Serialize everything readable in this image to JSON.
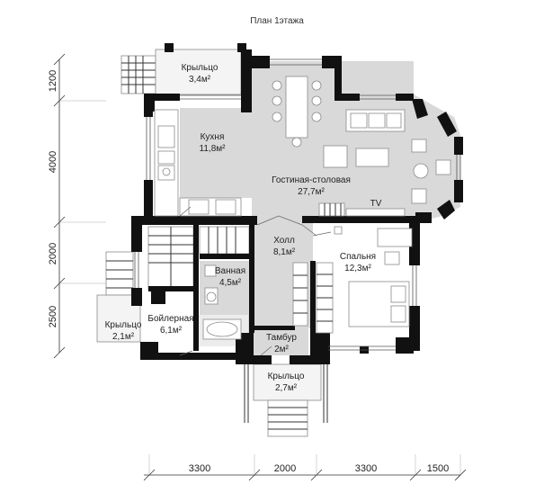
{
  "title": "План 1этажа",
  "rooms": [
    {
      "id": "porch-top",
      "name": "Крыльцо",
      "area": "3,4м²"
    },
    {
      "id": "kitchen",
      "name": "Кухня",
      "area": "11,8м²"
    },
    {
      "id": "living",
      "name": "Гостиная-столовая",
      "area": "27,7м²"
    },
    {
      "id": "hall",
      "name": "Холл",
      "area": "8,1м²"
    },
    {
      "id": "bedroom",
      "name": "Спальня",
      "area": "12,3м²"
    },
    {
      "id": "bath",
      "name": "Ванная",
      "area": "4,5м²"
    },
    {
      "id": "boiler",
      "name": "Бойлерная",
      "area": "6,1м²"
    },
    {
      "id": "porch-left",
      "name": "Крыльцо",
      "area": "2,1м²"
    },
    {
      "id": "vestibule",
      "name": "Тамбур",
      "area": "2м²"
    },
    {
      "id": "porch-bottom",
      "name": "Крыльцо",
      "area": "2,7м²"
    }
  ],
  "tv_label": "TV",
  "dimensions": {
    "vertical": [
      "1200",
      "4000",
      "2000",
      "2500"
    ],
    "horizontal": [
      "3300",
      "2000",
      "3300",
      "1500"
    ]
  }
}
